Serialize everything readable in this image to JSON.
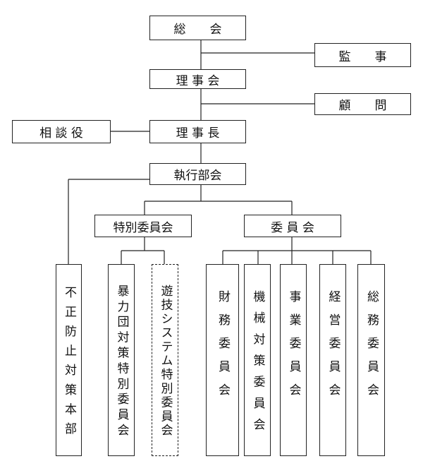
{
  "nodes": {
    "soukai": "総　　会",
    "kansa": "監　　事",
    "rijikai": "理 事 会",
    "komon": "顧　　問",
    "soudanyaku": "相 談 役",
    "rijichou": "理 事 長",
    "shikkoubukai": "執行部会",
    "tokubetsu_iinkai": "特別委員会",
    "iinkai": "委 員 会",
    "fusei_boushi": "不正防止対策本部",
    "bouryokudan": "暴力団対策特別委員会",
    "yugi_system": "遊技システム特別委員会",
    "zaimu": "財務委員会",
    "kikai": "機械対策委員会",
    "jigyou": "事業委員会",
    "keiei": "経営委員会",
    "soumu": "総務委員会"
  }
}
